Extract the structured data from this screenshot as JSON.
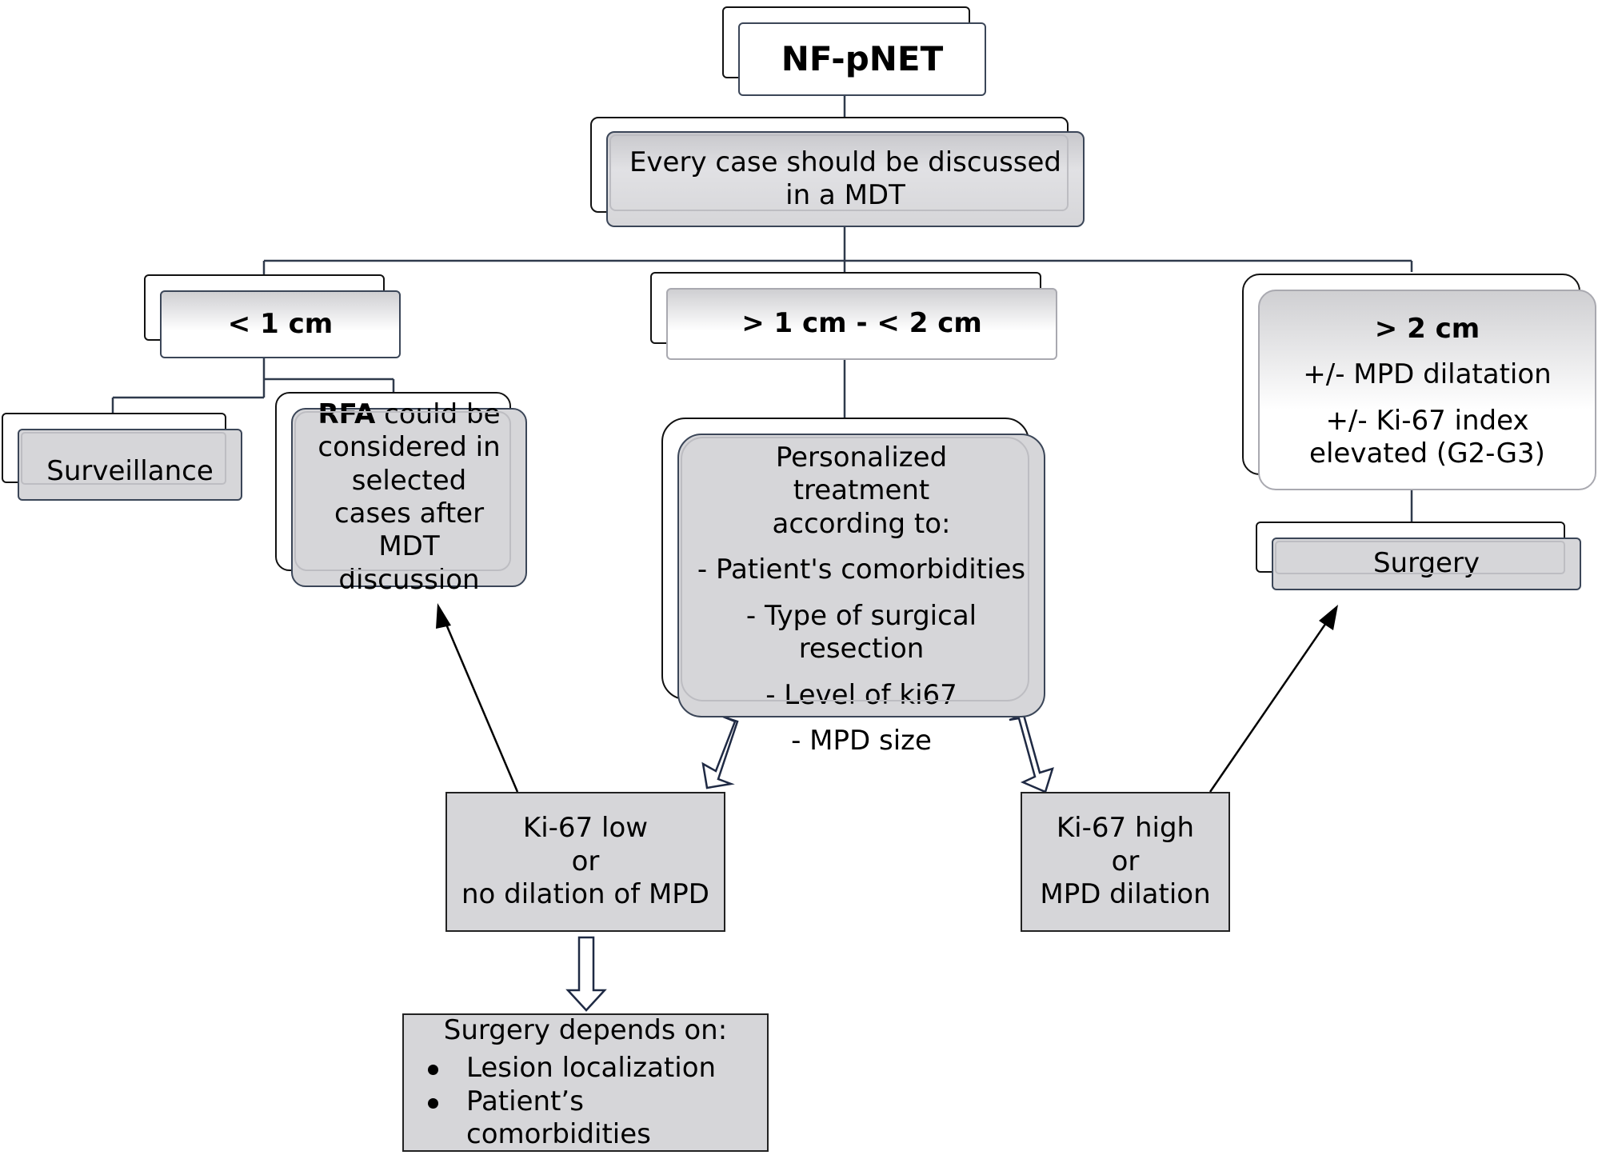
{
  "root": {
    "label": "NF-pNET"
  },
  "mdt": {
    "label": "Every case should be discussed in a MDT"
  },
  "branches": {
    "small": {
      "label": "< 1 cm"
    },
    "medium": {
      "label": "> 1 cm - < 2 cm"
    },
    "large": {
      "label": "> 2 cm",
      "line1": "+/- MPD dilatation",
      "line2": "+/- Ki-67 index elevated (G2-G3)"
    }
  },
  "surveillance": {
    "label": "Surveillance"
  },
  "rfa": {
    "bold": "RFA",
    "text": "could  be considered in selected cases after MDT discussion"
  },
  "personalized": {
    "heading": "Personalized treatment according to:",
    "items": [
      "- Patient's comorbidities",
      "- Type of surgical resection",
      "- Level of ki67",
      "- MPD size"
    ]
  },
  "surgery_large": {
    "label": "Surgery"
  },
  "ki67_low": {
    "line1": "Ki-67 low",
    "line2": "or",
    "line3": "no dilation of MPD"
  },
  "ki67_high": {
    "line1": "Ki-67 high",
    "line2": "or",
    "line3": "MPD dilation"
  },
  "surgery_depends": {
    "heading": "Surgery depends on:",
    "items": [
      "Lesion localization",
      "Patient’s comorbidities"
    ]
  },
  "colors": {
    "box_border": "#3b4658",
    "grey_fill": "#d6d6d9",
    "connector": "#2f3a4c",
    "arrow": "#000000"
  }
}
